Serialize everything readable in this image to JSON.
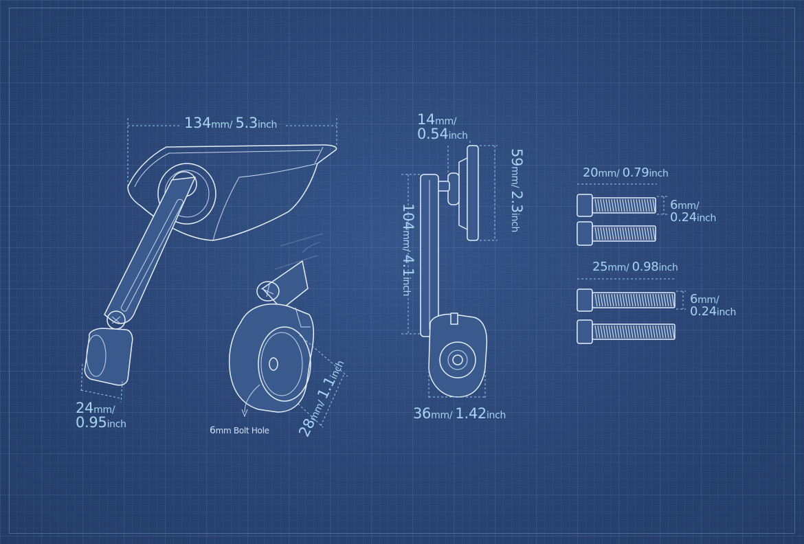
{
  "colors": {
    "background": "#2c4878",
    "line": "#e6eef9",
    "dimension_text": "#a8d4f2"
  },
  "dimensions": {
    "mirror_width": {
      "a": "134",
      "a_unit": "mm",
      "sep": "/ ",
      "b": "5.3",
      "b_unit": "inch"
    },
    "knuckle_width": {
      "a": "24",
      "a_unit": "mm",
      "sep": "/",
      "b": "0.95",
      "b_unit": "inch"
    },
    "bolt_hole": {
      "a": "6",
      "a_unit": "mm",
      "b": " Bolt Hole"
    },
    "clamp_diameter": {
      "a": "28",
      "a_unit": "mm",
      "sep": "/ ",
      "b": "1.1",
      "b_unit": "inch"
    },
    "head_depth": {
      "a": "14",
      "a_unit": "mm",
      "sep": "/",
      "b": "0.54",
      "b_unit": "inch"
    },
    "head_height": {
      "a": "59",
      "a_unit": "mm",
      "sep": "/ ",
      "b": "2.3",
      "b_unit": "inch"
    },
    "arm_length": {
      "a": "104",
      "a_unit": "mm",
      "sep": "/ ",
      "b": "4.1",
      "b_unit": "inch"
    },
    "clamp_width": {
      "a": "36",
      "a_unit": "mm",
      "sep": "/ ",
      "b": "1.42",
      "b_unit": "inch"
    },
    "bolt_short_length": {
      "a": "20",
      "a_unit": "mm",
      "sep": "/ ",
      "b": "0.79",
      "b_unit": "inch"
    },
    "bolt_short_diameter": {
      "a": "6",
      "a_unit": "mm",
      "sep": "/",
      "b": "0.24",
      "b_unit": "inch"
    },
    "bolt_long_length": {
      "a": "25",
      "a_unit": "mm",
      "sep": "/ ",
      "b": "0.98",
      "b_unit": "inch"
    },
    "bolt_long_diameter": {
      "a": "6",
      "a_unit": "mm",
      "sep": "/",
      "b": "0.24",
      "b_unit": "inch"
    }
  }
}
